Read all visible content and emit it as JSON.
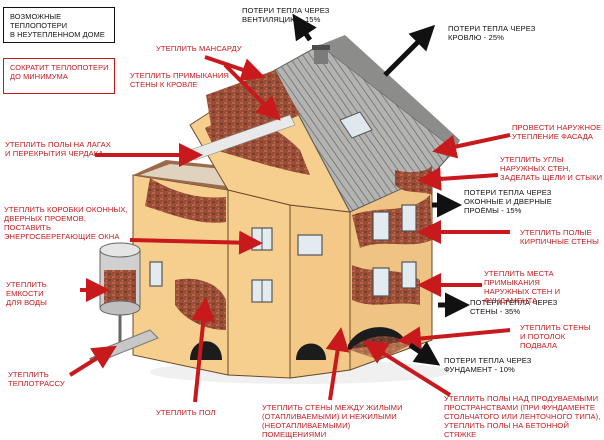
{
  "legend": {
    "black_box": "ВОЗМОЖНЫЕ ТЕПЛОПОТЕРИ\nВ НЕУТЕПЛЕННОМ ДОМЕ",
    "red_box": "СОКРАТИТ ТЕПЛОПОТЕРИ\nДО МИНИМУМА"
  },
  "losses": {
    "ventilation": "ПОТЕРИ ТЕПЛА ЧЕРЕЗ\nВЕНТИЛЯЦИЮ - 15%",
    "roof": "ПОТЕРИ ТЕПЛА ЧЕРЕЗ\nКРОВЛЮ - 25%",
    "windows": "ПОТЕРИ ТЕПЛА ЧЕРЕЗ\nОКОННЫЕ И ДВЕРНЫЕ\nПРОЁМЫ - 15%",
    "walls": "ПОТЕРИ ТЕПЛА ЧЕРЕЗ\nСТЕНЫ - 35%",
    "foundation": "ПОТЕРИ ТЕПЛА ЧЕРЕЗ\nФУНДАМЕНТ - 10%"
  },
  "measures": {
    "attic": "УТЕПЛИТЬ МАНСАРДУ",
    "roof_joints": "УТЕПЛИТЬ ПРИМЫКАНИЯ\nСТЕНЫ К КРОВЛЕ",
    "floors_lags": "УТЕПЛИТЬ ПОЛЫ НА ЛАГАХ\nИ ПЕРЕКРЫТИЯ ЧЕРДАКА",
    "facade": "ПРОВЕСТИ НАРУЖНОЕ\nУТЕПЛЕНИЕ ФАСАДА",
    "corners": "УТЕПЛИТЬ УГЛЫ\nНАРУЖНЫХ СТЕН,\nЗАДЕЛАТЬ ЩЕЛИ И СТЫКИ",
    "boxes": "УТЕПЛИТЬ КОРОБКИ ОКОННЫХ,\nДВЕРНЫХ ПРОЕМОВ, ПОСТАВИТЬ\nЭНЕРГОСБЕРЕГАЮЩИЕ ОКНА",
    "hollow": "УТЕПЛИТЬ ПОЛЫЕ\nКИРПИЧНЫЕ СТЕНЫ",
    "tanks": "УТЕПЛИТЬ ЕМКОСТИ\nДЛЯ ВОДЫ",
    "junctions": "УТЕПЛИТЬ МЕСТА ПРИМЫКАНИЯ\nНАРУЖНЫХ СТЕН И ФУНДАМЕНТА",
    "basement": "УТЕПЛИТЬ СТЕНЫ\nИ ПОТОЛОК ПОДВАЛА",
    "pipe": "УТЕПЛИТЬ\nТЕПЛОТРАССУ",
    "floor": "УТЕПЛИТЬ ПОЛ",
    "inner_walls": "УТЕПЛИТЬ СТЕНЫ МЕЖДУ ЖИЛЫМИ\n(ОТАПЛИВАЕМЫМИ) И НЕЖИЛЫМИ\n(НЕОТАПЛИВАЕМЫМИ) ПОМЕЩЕНИЯМИ",
    "ventilated_floors": "УТЕПЛИТЬ ПОЛЫ НАД ПРОДУВАЕМЫМИ\nПРОСТРАНСТВАМИ (ПРИ ФУНДАМЕНТЕ\nСТОЛЬЧАТОГО ИЛИ ЛЕНТОЧНОГО ТИПА),\nУТЕПЛИТЬ ПОЛЫ НА БЕТОННОЙ СТЯЖКЕ"
  },
  "colors": {
    "red": "#c8191d",
    "wall": "#f6cf8f",
    "brick": "#9a4e38",
    "roof": "#a9aaa8",
    "dark": "#111111"
  }
}
